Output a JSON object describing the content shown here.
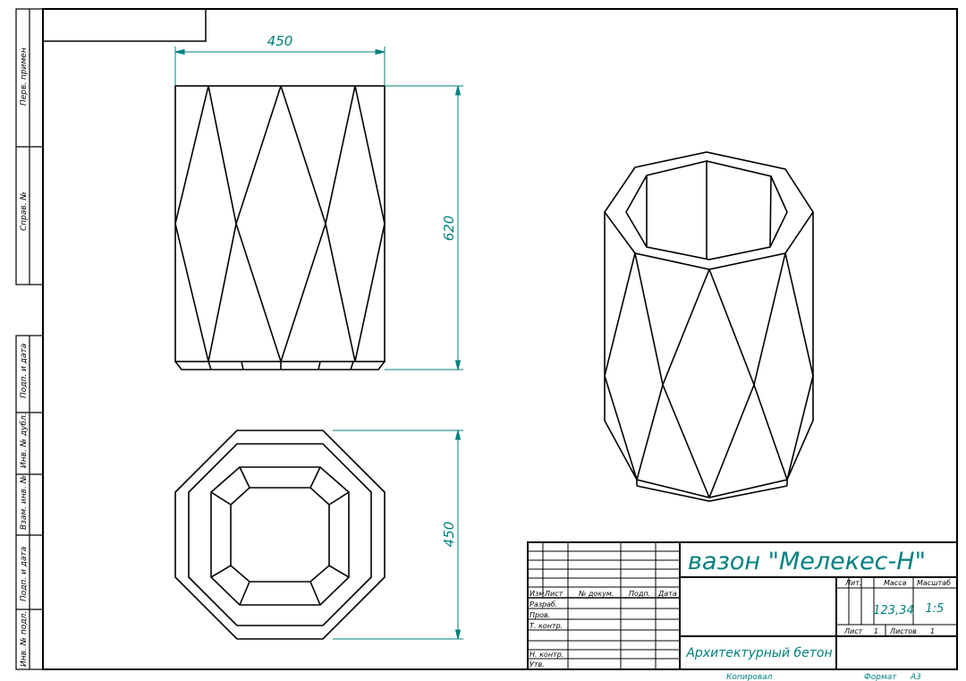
{
  "sheet": {
    "side_labels": [
      "Перв. примен",
      "Справ. №",
      "Подп. и дата",
      "Инв. № дубл.",
      "Взам. инв. №",
      "Подп. и дата",
      "Инв. № подл."
    ]
  },
  "dimensions": {
    "front_width": "450",
    "front_height": "620",
    "top_size": "450"
  },
  "title_block": {
    "product_name": "вазон \"Мелекес-Н\"",
    "material": "Архитектурный бетон",
    "headers": {
      "izm": "Изм.",
      "list": "Лист",
      "doc_no": "№ докум.",
      "sign": "Подп.",
      "date": "Дата",
      "lit": "Лит.",
      "mass": "Масса",
      "scale": "Масштаб"
    },
    "roles": {
      "developer": "Разраб.",
      "checker": "Пров.",
      "tech_control": "Т. контр.",
      "norm_control": "Н. контр.",
      "approver": "Утв."
    },
    "mass_value": "123,34",
    "scale_value": "1:5",
    "sheet_label": "Лист",
    "sheet_no": "1",
    "sheets_label": "Листов",
    "sheets_count": "1",
    "copied_label": "Копировал",
    "format_label": "Формат",
    "format_value": "А3"
  }
}
